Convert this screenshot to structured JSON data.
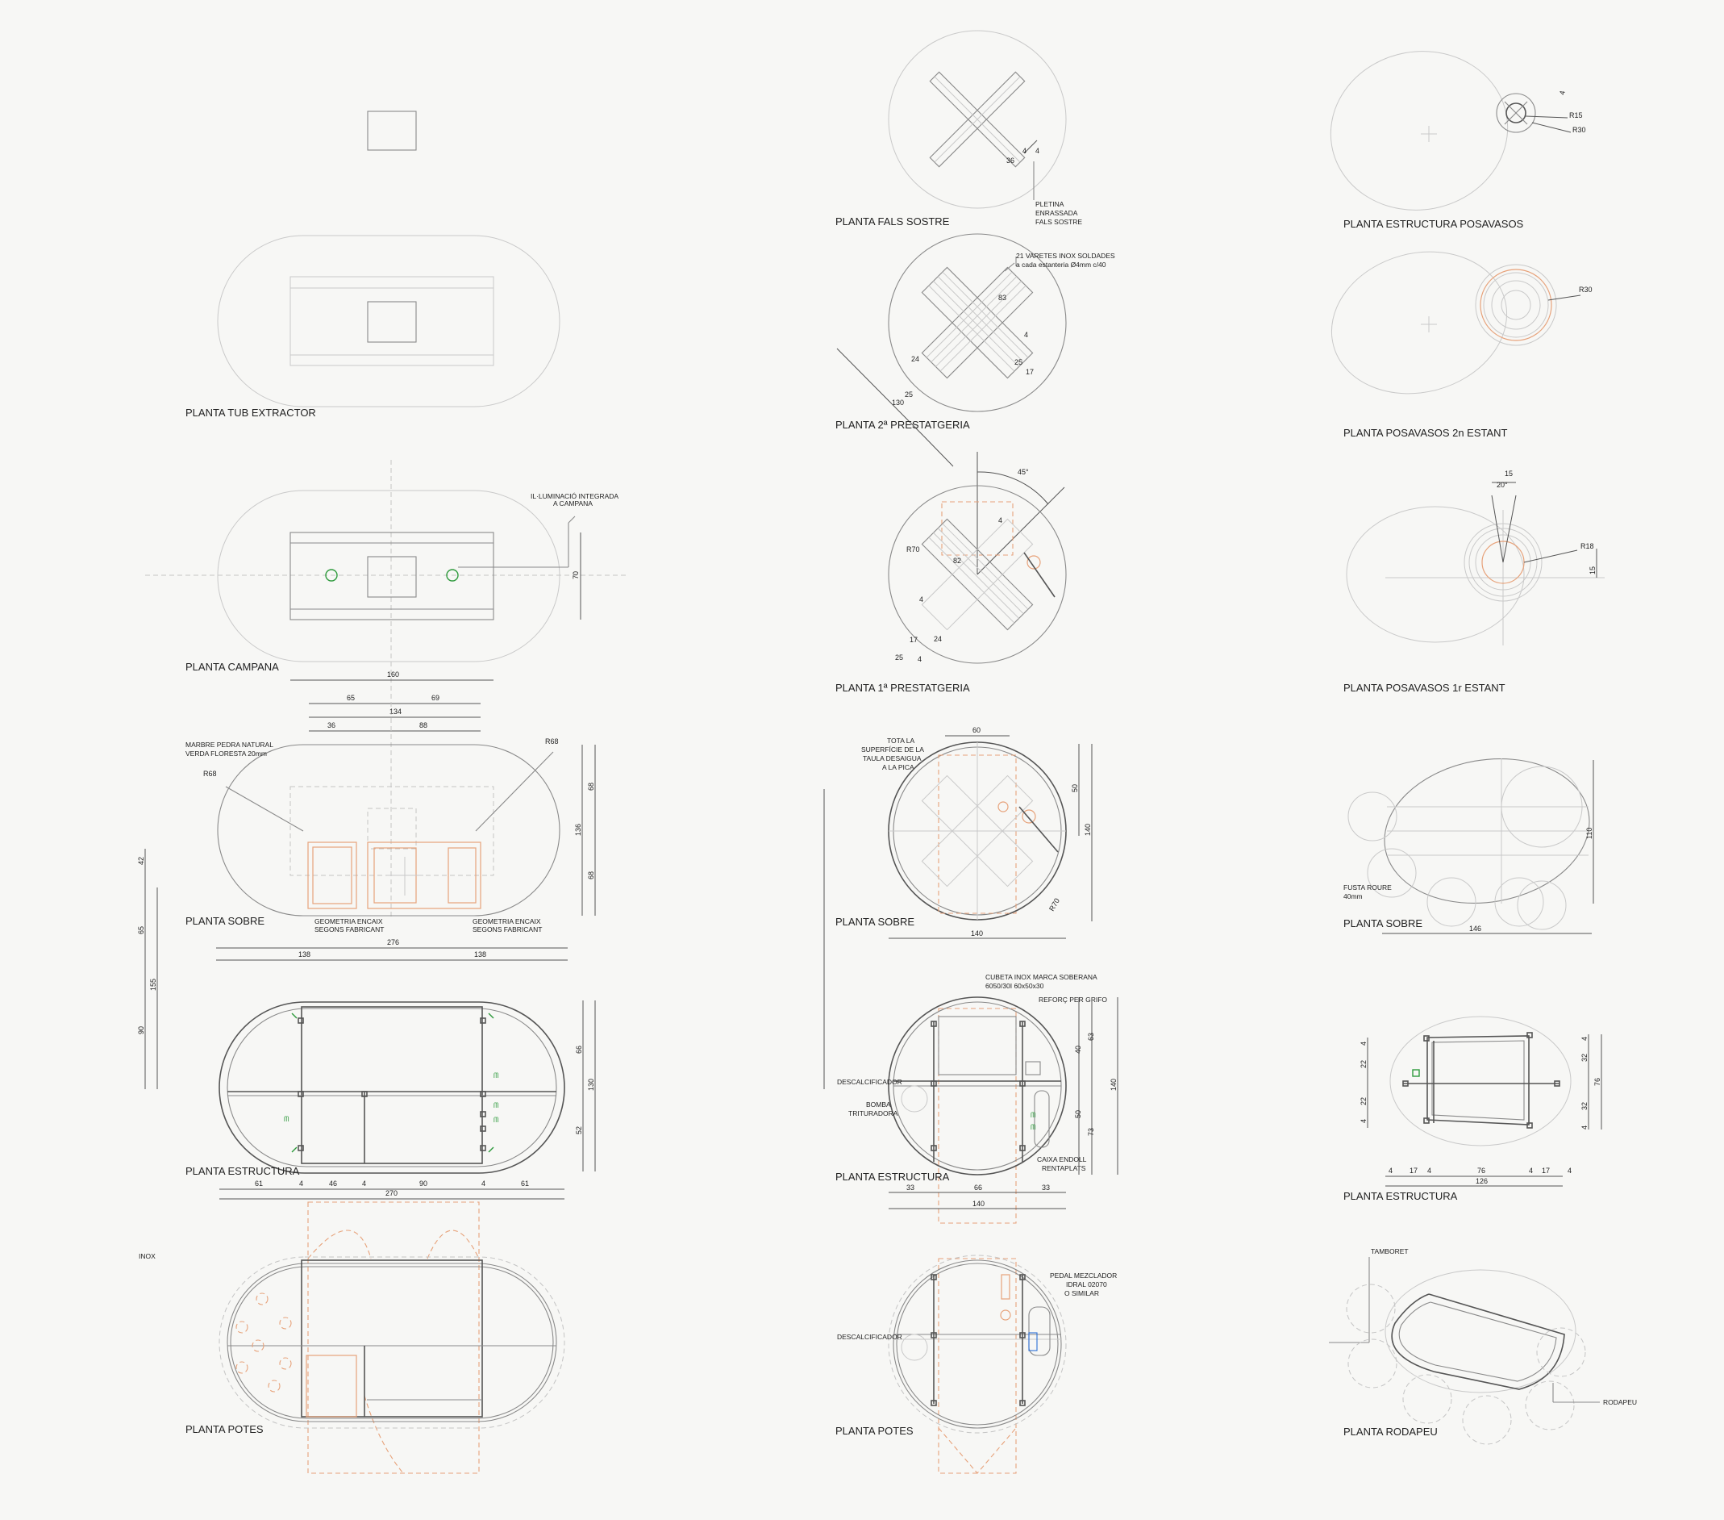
{
  "titles": {
    "tub_extractor": "PLANTA TUB EXTRACTOR",
    "campana": "PLANTA CAMPANA",
    "sobre_left": "PLANTA SOBRE",
    "estructura_left": "PLANTA ESTRUCTURA",
    "potes_left": "PLANTA POTES",
    "fals_sostre": "PLANTA FALS SOSTRE",
    "prestatgeria2": "PLANTA 2ª PRESTATGERIA",
    "prestatgeria1": "PLANTA 1ª PRESTATGERIA",
    "sobre_mid": "PLANTA SOBRE",
    "estructura_mid": "PLANTA ESTRUCTURA",
    "potes_mid": "PLANTA POTES",
    "estructura_posavasos": "PLANTA ESTRUCTURA POSAVASOS",
    "posavasos2": "PLANTA POSAVASOS 2n ESTANT",
    "posavasos1": "PLANTA POSAVASOS 1r ESTANT",
    "sobre_right": "PLANTA SOBRE",
    "estructura_right": "PLANTA ESTRUCTURA",
    "rodapeu": "PLANTA RODAPEU"
  },
  "notes": {
    "illum_1": "IL·LUMINACIÓ INTEGRADA",
    "illum_2": "A CAMPANA",
    "marbre_1": "MARBRE PEDRA NATURAL",
    "marbre_2": "VERDA FLORESTA 20mm",
    "geo_a1": "GEOMETRIA ENCAIX",
    "geo_a2": "SEGONS FABRICANT",
    "geo_b1": "GEOMETRIA ENCAIX",
    "geo_b2": "SEGONS FABRICANT",
    "inox": "INOX",
    "pletina_1": "PLETINA",
    "pletina_2": "ENRASSADA",
    "pletina_3": "FALS SOSTRE",
    "varetes_1": "21 VARETES INOX SOLDADES",
    "varetes_2": "a cada estanteria Ø4mm c/40",
    "tota_1": "TOTA LA",
    "tota_2": "SUPERFÍCIE DE LA",
    "tota_3": "TAULA DESAIGUA",
    "tota_4": "A LA PICA",
    "cubeta_1": "CUBETA INOX MARCA SOBERANA",
    "cubeta_2": "6050/30I 60x50x30",
    "reforc": "REFORÇ PER GRIFO",
    "descalc_a": "DESCALCIFICADOR",
    "bomba_1": "BOMBA",
    "bomba_2": "TRITURADORA",
    "caixa_1": "CAIXA ENDOLL",
    "caixa_2": "RENTAPLATS",
    "pedal_1": "PEDAL MEZCLADOR",
    "pedal_2": "IDRAL 02070",
    "pedal_3": "O SIMILAR",
    "descalc_b": "DESCALCIFICADOR",
    "fusta_1": "FUSTA ROURE",
    "fusta_2": "40mm",
    "tamboret": "TAMBORET",
    "rodapeu": "RODAPEU"
  },
  "dims": {
    "d70": "70",
    "d160": "160",
    "d65": "65",
    "d69": "69",
    "d134": "134",
    "d36": "36",
    "d88": "88",
    "r68a": "R68",
    "r68b": "R68",
    "d136": "136",
    "d68a": "68",
    "d68b": "68",
    "d42": "42",
    "d65b": "65",
    "d155": "155",
    "d90": "90",
    "d276": "276",
    "d138a": "138",
    "d138b": "138",
    "d66": "66",
    "d130": "130",
    "d52": "52",
    "d61a": "61",
    "d4a": "4",
    "d46": "46",
    "d4b": "4",
    "d90b": "90",
    "d4c": "4",
    "d61b": "61",
    "d270": "270",
    "d36b": "36",
    "d4d": "4",
    "d4e": "4",
    "d83": "83",
    "d24": "24",
    "d25a": "25",
    "d25b": "25",
    "d17": "17",
    "d4f": "4",
    "d130b": "130",
    "d45": "45°",
    "r70": "R70",
    "d82": "82",
    "d4g": "4",
    "d4h": "4",
    "d17b": "17",
    "d24b": "24",
    "d25c": "25",
    "d4i": "4",
    "d60": "60",
    "d50": "50",
    "d140a": "140",
    "r70b": "R70",
    "d140b": "140",
    "d63": "63",
    "d40": "40",
    "d50b": "50",
    "d73": "73",
    "d140c": "140",
    "d33a": "33",
    "d66b": "66",
    "d33b": "33",
    "d140d": "140",
    "d4j": "4",
    "r15": "R15",
    "r30": "R30",
    "r30b": "R30",
    "d15": "15",
    "d20": "20°",
    "r18": "R18",
    "d15b": "15",
    "d110": "110",
    "d146": "146",
    "d22a": "22",
    "d22b": "22",
    "d4k": "4",
    "d4l": "4",
    "d32a": "32",
    "d76a": "76",
    "d32b": "32",
    "d4m": "4",
    "d4n": "4",
    "d4o": "4",
    "d17c": "17",
    "d4p": "4",
    "d76b": "76",
    "d4q": "4",
    "d17d": "17",
    "d4r": "4",
    "d126": "126"
  }
}
